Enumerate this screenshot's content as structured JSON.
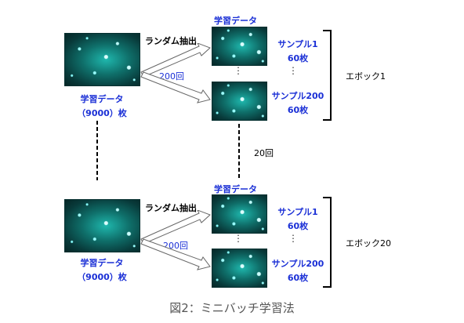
{
  "epochs": [
    {
      "training_label_line1": "学習データ",
      "training_label_line2": "（9000）枚",
      "random_extract": "ランダム抽出",
      "count": "200回",
      "subset_title": "学習データ",
      "sample_first": "サンプル1",
      "sample_first_count": "60枚",
      "sample_last": "サンプル200",
      "sample_last_count": "60枚",
      "ellipsis": "⋮",
      "epoch_label": "エボック1"
    },
    {
      "training_label_line1": "学習データ",
      "training_label_line2": "（9000）枚",
      "random_extract": "ランダム抽出",
      "count": "200回",
      "subset_title": "学習データ",
      "sample_first": "サンプル1",
      "sample_first_count": "60枚",
      "sample_last": "サンプル200",
      "sample_last_count": "60枚",
      "ellipsis": "⋮",
      "epoch_label": "エボック20"
    }
  ],
  "repeat_label": "20回",
  "caption": "図2：ミニバッチ学習法",
  "colors": {
    "blue_text": "#1a2fd6",
    "arrow_fill": "#ffffff",
    "arrow_stroke": "#666666"
  }
}
